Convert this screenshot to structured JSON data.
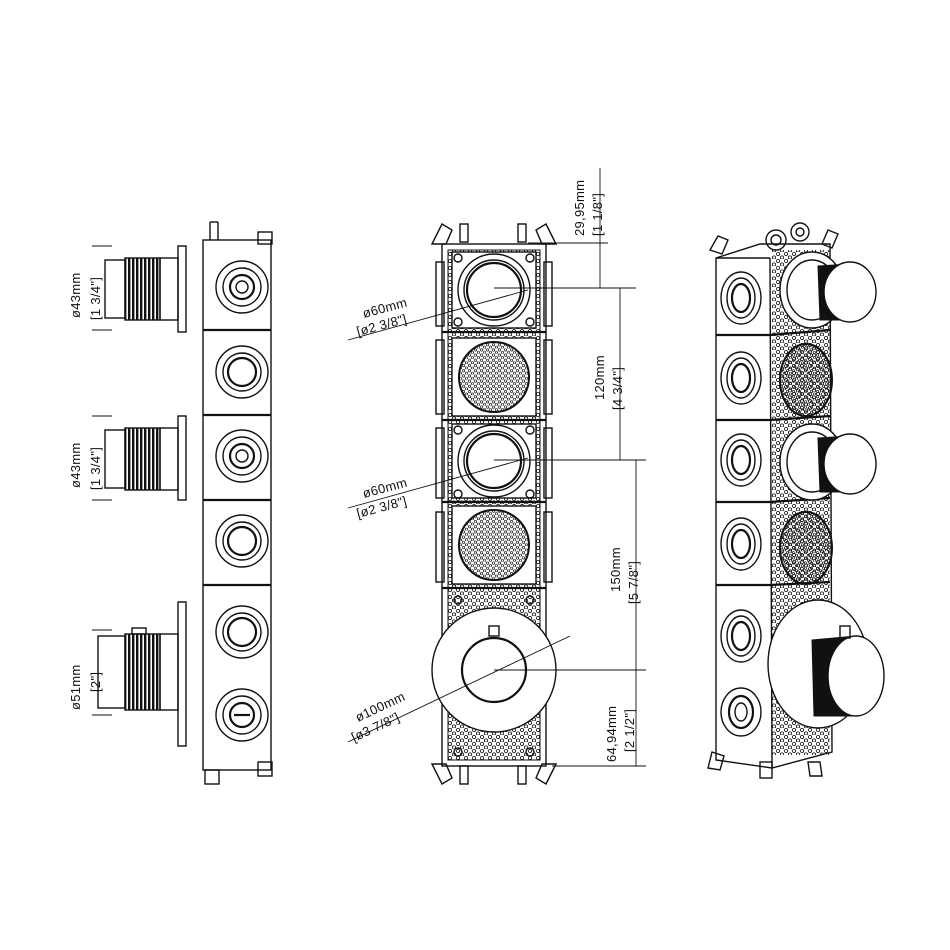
{
  "dimensions": {
    "side_outlet_1": {
      "metric": "ø43mm",
      "imperial": "[1 3/4\"]"
    },
    "side_outlet_2": {
      "metric": "ø43mm",
      "imperial": "[1 3/4\"]"
    },
    "side_thermostat": {
      "metric": "ø51mm",
      "imperial": "[2\"]"
    },
    "front_top_offset": {
      "metric": "29,95mm",
      "imperial": "[1 1/8\"]"
    },
    "front_spacing_1": {
      "metric": "120mm",
      "imperial": "[4 3/4\"]"
    },
    "front_spacing_2": {
      "metric": "150mm",
      "imperial": "[5 7/8\"]"
    },
    "front_bottom_offset": {
      "metric": "64,94mm",
      "imperial": "[2 1/2\"]"
    },
    "front_plate_1": {
      "metric": "ø60mm",
      "imperial": "[ø2 3/8\"]"
    },
    "front_plate_2": {
      "metric": "ø60mm",
      "imperial": "[ø2 3/8\"]"
    },
    "front_plate_3": {
      "metric": "ø100mm",
      "imperial": "[ø3 7/8\"]"
    }
  }
}
